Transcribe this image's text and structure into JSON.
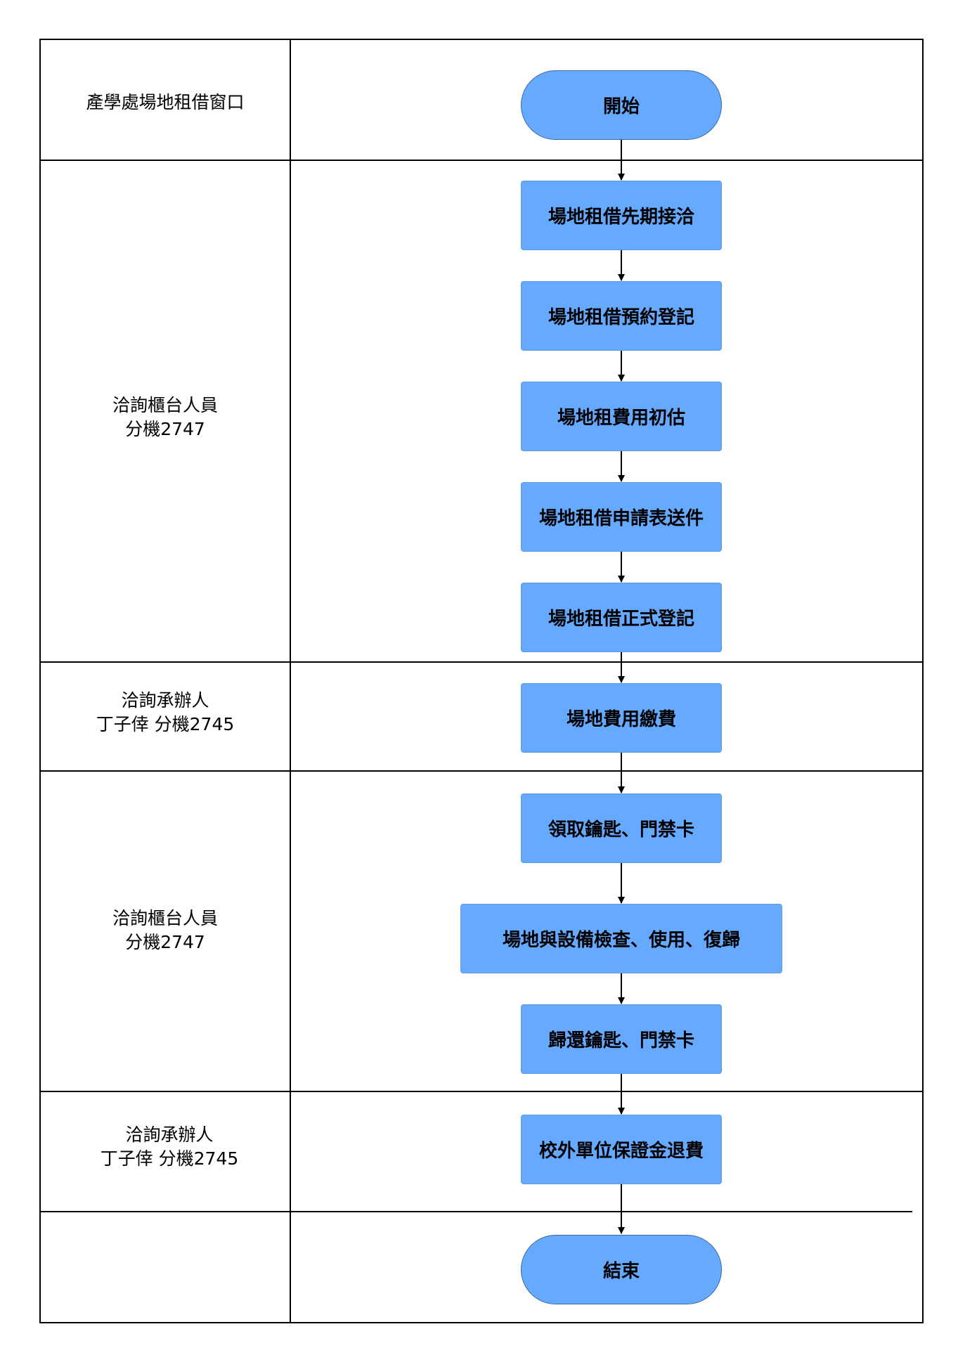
{
  "lanes": [
    {
      "lines": [
        "產學處場地租借窗口"
      ]
    },
    {
      "lines": [
        "洽詢櫃台人員",
        "分機2747"
      ]
    },
    {
      "lines": [
        "洽詢承辦人",
        "丁子倖 分機2745"
      ]
    },
    {
      "lines": [
        "洽詢櫃台人員",
        "分機2747"
      ]
    },
    {
      "lines": [
        "洽詢承辦人",
        "丁子倖 分機2745"
      ]
    },
    {
      "lines": []
    }
  ],
  "nodes": {
    "start": "開始",
    "step1": "場地租借先期接洽",
    "step2": "場地租借預約登記",
    "step3": "場地租費用初估",
    "step4": "場地租借申請表送件",
    "step5": "場地租借正式登記",
    "step6": "場地費用繳費",
    "step7": "領取鑰匙、門禁卡",
    "step8": "場地與設備檢查、使用、復歸",
    "step9": "歸還鑰匙、門禁卡",
    "step10": "校外單位保證金退費",
    "end": "結束"
  },
  "colors": {
    "node_fill": "#66aaff",
    "line": "#000000"
  }
}
